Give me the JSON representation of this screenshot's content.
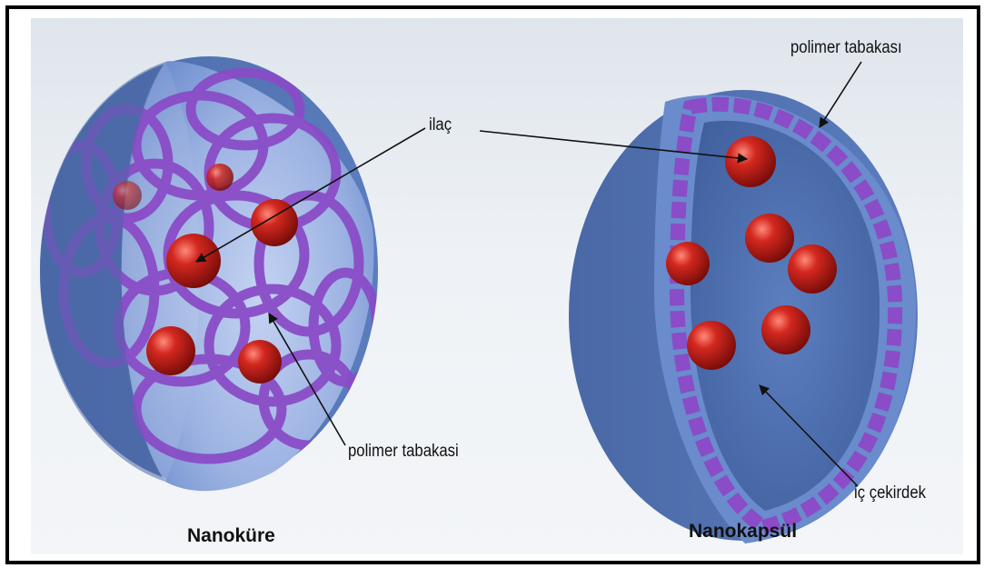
{
  "labels": {
    "drug": "ilaç",
    "polymer_top": "polimer tabakası",
    "polymer_left": "polimer tabakasi",
    "inner_core": "iç çekirdek"
  },
  "captions": {
    "nanosphere": "Nanoküre",
    "nanocapsule": "Nanokapsül"
  },
  "colors": {
    "shell": "#4e6fae",
    "inner": "#7c9ad6",
    "polymer": "#8a4cc7",
    "drug": "#c0201a"
  }
}
